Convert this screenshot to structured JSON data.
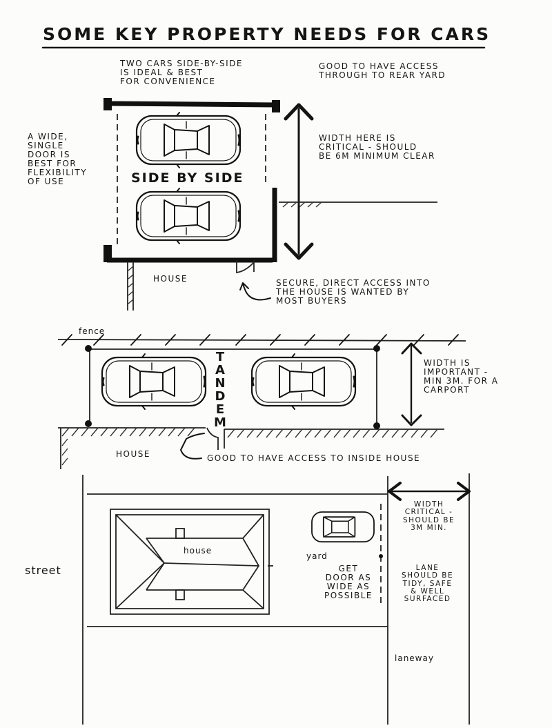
{
  "title": "SOME KEY PROPERTY NEEDS FOR CARS",
  "side_by_side": {
    "label": "SIDE BY SIDE",
    "note_top": "TWO CARS SIDE-BY-SIDE\nIS IDEAL & BEST\nFOR CONVENIENCE",
    "note_rear": "GOOD TO HAVE ACCESS\nTHROUGH TO REAR YARD",
    "note_door": "A WIDE,\nSINGLE\nDOOR IS\nBEST FOR\nFLEXIBILITY\nOF USE",
    "note_width": "WIDTH HERE IS\nCRITICAL - SHOULD\nBE 6M MINIMUM CLEAR",
    "house_label": "HOUSE",
    "note_access": "SECURE, DIRECT ACCESS INTO\nTHE HOUSE IS WANTED BY\nMOST BUYERS"
  },
  "tandem": {
    "label": "TANDEM",
    "fence_label": "fence",
    "note_width": "WIDTH IS\nIMPORTANT -\nMIN 3M. FOR A\nCARPORT",
    "house_label": "HOUSE",
    "note_access": "GOOD TO HAVE ACCESS TO INSIDE HOUSE"
  },
  "site_plan": {
    "house_label": "house",
    "yard_label": "yard",
    "street_label": "street",
    "laneway_label": "laneway",
    "note_door": "GET\nDOOR AS\nWIDE AS\nPOSSIBLE",
    "note_width": "WIDTH\nCRITICAL -\nshould be\n3m MIN.",
    "note_lane": "LANE\nSHOULD BE\nTIDY, SAFE\n& WELL\nSURFACED"
  }
}
